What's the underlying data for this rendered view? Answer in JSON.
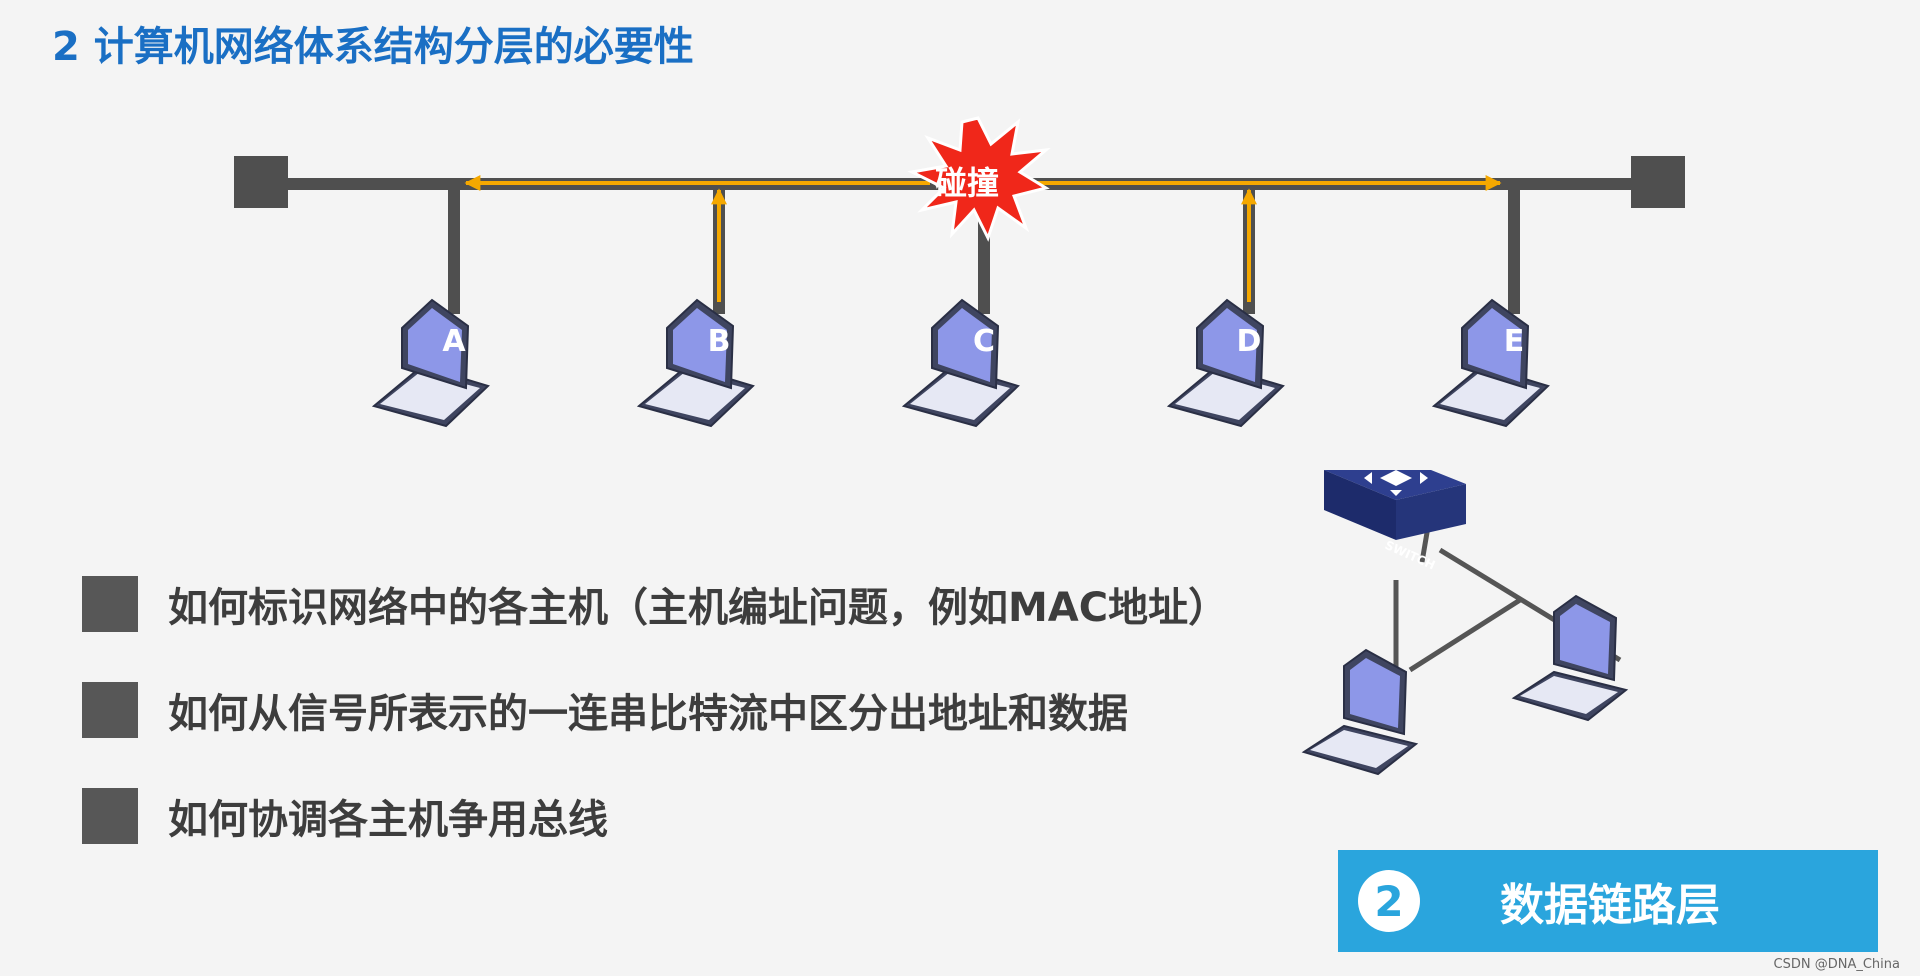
{
  "title": "2 计算机网络体系结构分层的必要性",
  "bus": {
    "collision_label": "碰撞",
    "hosts": [
      "A",
      "B",
      "C",
      "D",
      "E"
    ]
  },
  "bullets": [
    "如何标识网络中的各主机（主机编址问题，例如MAC地址）",
    "如何从信号所表示的一连串比特流中区分出地址和数据",
    "如何协调各主机争用总线"
  ],
  "switch": {
    "label": "SWITCH"
  },
  "banner": {
    "number": "2",
    "label": "数据链路层"
  },
  "watermark": "CSDN @DNA_China",
  "colors": {
    "title": "#1a6fc4",
    "bus": "#4f4f4f",
    "signal": "#f5a800",
    "collision": "#f0271a",
    "screen": "#8d97e8",
    "banner": "#2aa5dd"
  }
}
